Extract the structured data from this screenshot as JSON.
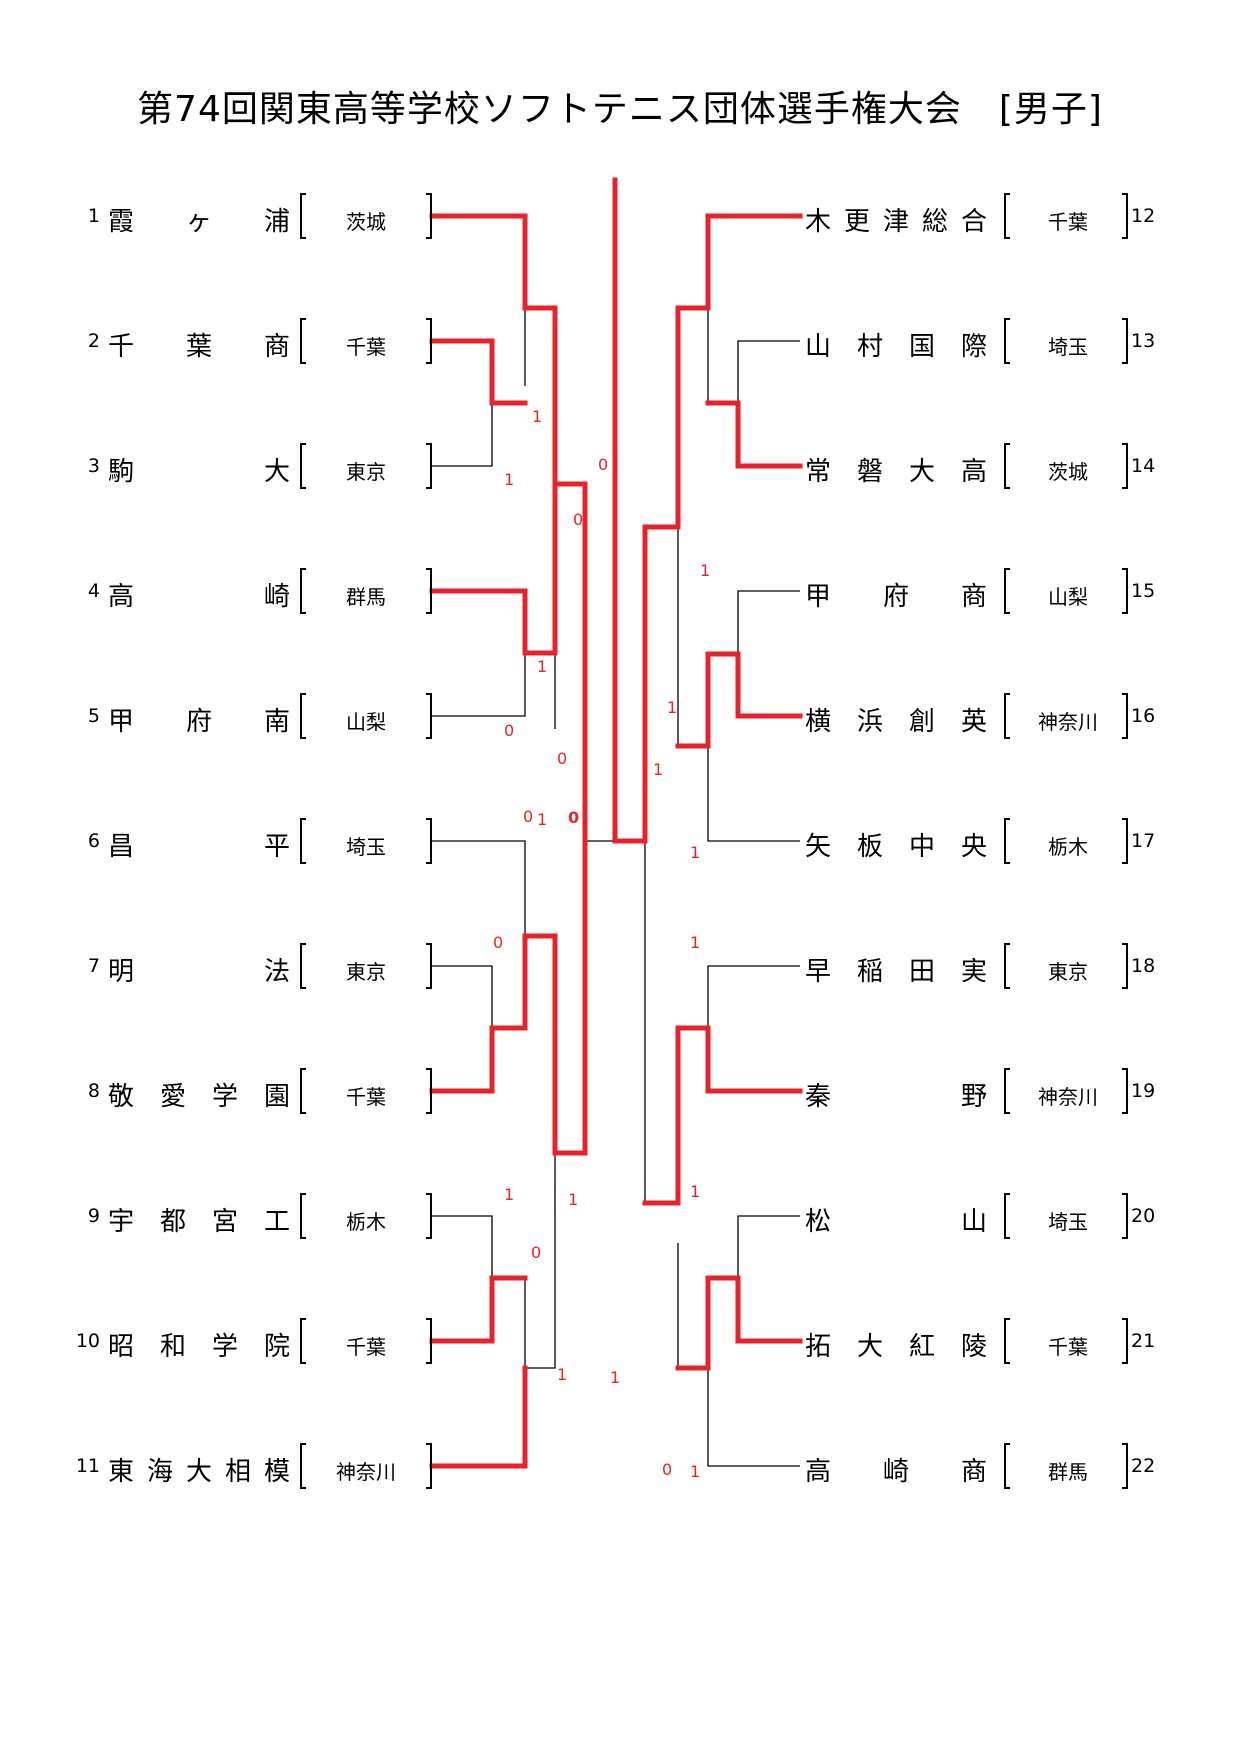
{
  "title": "第74回関東高等学校ソフトテニス団体選手権大会　[男子]",
  "colors": {
    "winner_line": "#e8222a",
    "line": "#000000",
    "score": "#e8222a"
  },
  "left_teams": [
    {
      "num": "1",
      "school": "霞ヶ浦",
      "pref": "茨城"
    },
    {
      "num": "2",
      "school": "千葉商",
      "pref": "千葉"
    },
    {
      "num": "3",
      "school": "駒大",
      "pref": "東京"
    },
    {
      "num": "4",
      "school": "高崎",
      "pref": "群馬"
    },
    {
      "num": "5",
      "school": "甲府南",
      "pref": "山梨"
    },
    {
      "num": "6",
      "school": "昌平",
      "pref": "埼玉"
    },
    {
      "num": "7",
      "school": "明法",
      "pref": "東京"
    },
    {
      "num": "8",
      "school": "敬愛学園",
      "pref": "千葉"
    },
    {
      "num": "9",
      "school": "宇都宮工",
      "pref": "栃木"
    },
    {
      "num": "10",
      "school": "昭和学院",
      "pref": "千葉"
    },
    {
      "num": "11",
      "school": "東海大相模",
      "pref": "神奈川"
    }
  ],
  "right_teams": [
    {
      "num": "12",
      "school": "木更津総合",
      "pref": "千葉"
    },
    {
      "num": "13",
      "school": "山村国際",
      "pref": "埼玉"
    },
    {
      "num": "14",
      "school": "常磐大高",
      "pref": "茨城"
    },
    {
      "num": "15",
      "school": "甲府商",
      "pref": "山梨"
    },
    {
      "num": "16",
      "school": "横浜創英",
      "pref": "神奈川"
    },
    {
      "num": "17",
      "school": "矢板中央",
      "pref": "栃木"
    },
    {
      "num": "18",
      "school": "早稲田実",
      "pref": "東京"
    },
    {
      "num": "19",
      "school": "秦野",
      "pref": "神奈川"
    },
    {
      "num": "20",
      "school": "松山",
      "pref": "埼玉"
    },
    {
      "num": "21",
      "school": "拓大紅陵",
      "pref": "千葉"
    },
    {
      "num": "22",
      "school": "高崎商",
      "pref": "群馬"
    }
  ],
  "scores": [
    "1",
    "1",
    "0",
    "0",
    "1",
    "0",
    "0",
    "1",
    "1",
    "1",
    "1",
    "1",
    "0",
    "0",
    "1",
    "0",
    "1",
    "0",
    "1",
    "1",
    "1",
    "1",
    "0",
    "1"
  ]
}
